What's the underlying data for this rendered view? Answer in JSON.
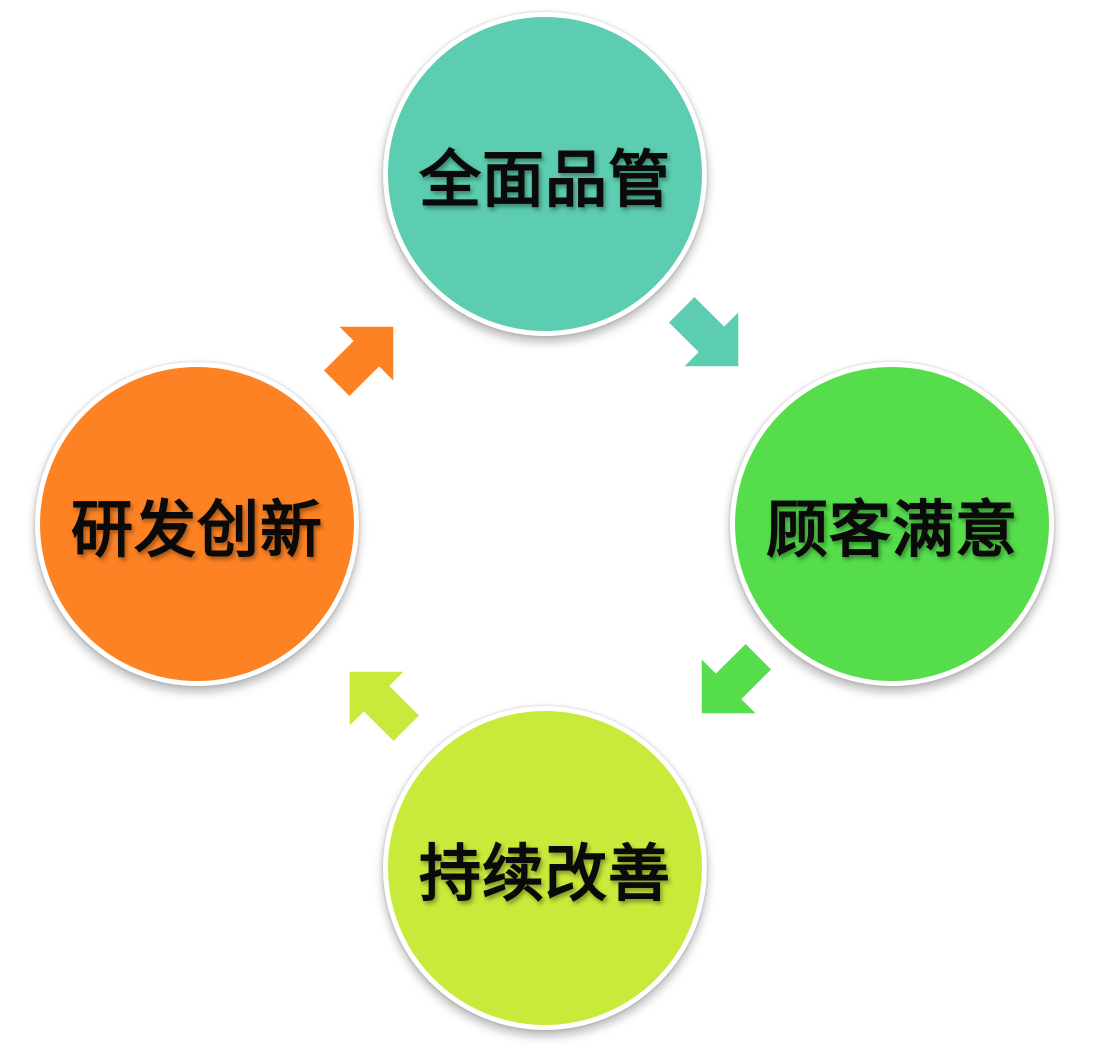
{
  "nodes": [
    {
      "id": "top",
      "label": "全面品管",
      "color": "#5ccdb0"
    },
    {
      "id": "right",
      "label": "顾客满意",
      "color": "#55dd4c"
    },
    {
      "id": "bottom",
      "label": "持续改善",
      "color": "#c8ea3a"
    },
    {
      "id": "left",
      "label": "研发创新",
      "color": "#fd8224"
    }
  ],
  "arrows": [
    {
      "from": "top",
      "to": "right",
      "color": "#5ccdb0"
    },
    {
      "from": "right",
      "to": "bottom",
      "color": "#55dd4c"
    },
    {
      "from": "bottom",
      "to": "left",
      "color": "#c8ea3a"
    },
    {
      "from": "left",
      "to": "top",
      "color": "#fd8224"
    }
  ]
}
